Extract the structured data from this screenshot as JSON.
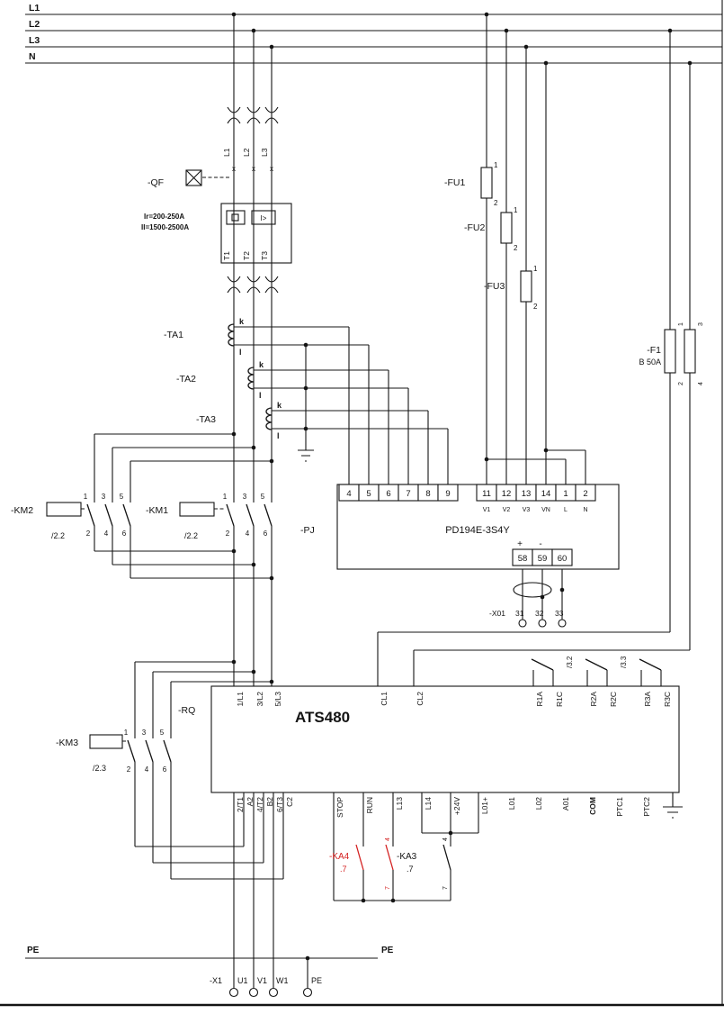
{
  "buses": {
    "l1": "L1",
    "l2": "L2",
    "l3": "L3",
    "n": "N"
  },
  "breaker": {
    "tag": "-QF",
    "rating_line1": "Ir=200-250A",
    "rating_line2": "II=1500-2500A",
    "x_mark": "x",
    "pole_in": [
      "L1",
      "L2",
      "L3"
    ],
    "pole_out": [
      "T1",
      "T2",
      "T3"
    ],
    "trip_label": "I>"
  },
  "ct": {
    "ta1": "-TA1",
    "ta2": "-TA2",
    "ta3": "-TA3",
    "k": "k",
    "l": "l"
  },
  "fuses": {
    "fu1": "-FU1",
    "fu2": "-FU2",
    "fu3": "-FU3",
    "t1": "1",
    "t2": "2"
  },
  "f1": {
    "tag": "-F1",
    "rating": "B 50A",
    "t": [
      "1",
      "2",
      "3",
      "4"
    ]
  },
  "meter": {
    "tag": "-PJ",
    "model": "PD194E-3S4Y",
    "ct_terms": [
      "4",
      "5",
      "6",
      "7",
      "8",
      "9"
    ],
    "v_terms": [
      "11",
      "12",
      "13",
      "14",
      "1",
      "2"
    ],
    "v_names": [
      "V1",
      "V2",
      "V3",
      "VN",
      "L",
      "N"
    ],
    "plus": "+",
    "minus": "-",
    "out_terms": [
      "58",
      "59",
      "60"
    ]
  },
  "x01": {
    "tag": "-X01",
    "terms": [
      "31",
      "32",
      "33"
    ]
  },
  "contactors": {
    "km2": {
      "tag": "-KM2",
      "ref": "/2.2",
      "top": [
        "1",
        "3",
        "5"
      ],
      "bot": [
        "2",
        "4",
        "6"
      ]
    },
    "km1": {
      "tag": "-KM1",
      "ref": "/2.2",
      "top": [
        "1",
        "3",
        "5"
      ],
      "bot": [
        "2",
        "4",
        "6"
      ]
    },
    "km3": {
      "tag": "-KM3",
      "ref": "/2.3",
      "top": [
        "1",
        "3",
        "5"
      ],
      "bot": [
        "2",
        "4",
        "6"
      ]
    }
  },
  "softstarter": {
    "tag": "-RQ",
    "model": "ATS480",
    "top_terms": [
      "1/L1",
      "3/L2",
      "5/L3",
      "CL1",
      "CL2",
      "R1A",
      "R1C",
      "R2A",
      "R2C",
      "R3A",
      "R3C"
    ],
    "relay_refs": [
      "/3.2",
      "/3.3"
    ],
    "bottom_terms": [
      "2/T1",
      "A2",
      "4/T2",
      "B2",
      "6/T3",
      "C2",
      "STOP",
      "RUN",
      "L13",
      "L14",
      "+24V",
      "L01+",
      "L01",
      "L02",
      "A01",
      "COM",
      "PTC1",
      "PTC2"
    ]
  },
  "relays": {
    "ka4": {
      "tag": "-KA4",
      "ref": ".7"
    },
    "ka3": {
      "tag": "-KA3",
      "ref": ".7",
      "t_top": "4",
      "t_bot": "7"
    },
    "aux": {
      "t_top": "4",
      "t_bot": "7"
    }
  },
  "pe": {
    "left": "PE",
    "right": "PE"
  },
  "x1": {
    "tag": "-X1",
    "terms": [
      "U1",
      "V1",
      "W1",
      "PE"
    ]
  },
  "colors": {
    "line": "#141414",
    "red": "#d42020",
    "bg": "#ffffff"
  }
}
